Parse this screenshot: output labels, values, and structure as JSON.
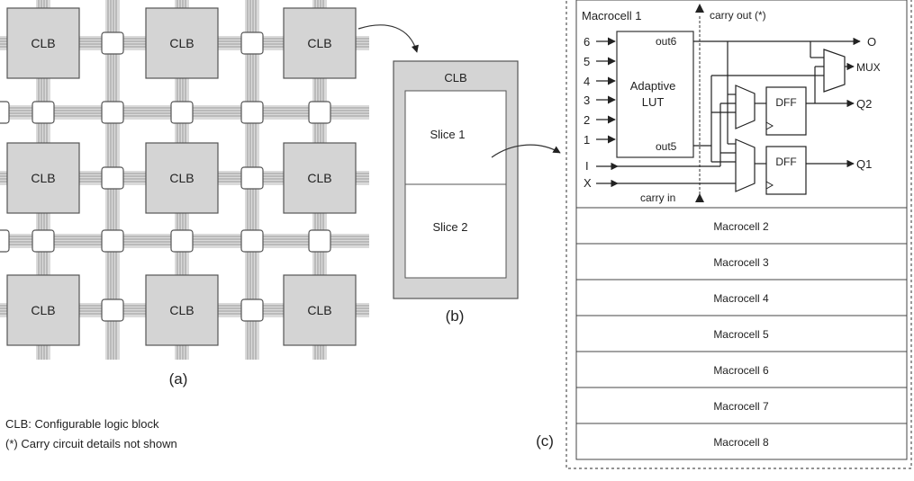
{
  "grid": {
    "block_label": "CLB",
    "caption": "(a)"
  },
  "clb_detail": {
    "title": "CLB",
    "slice1": "Slice 1",
    "slice2": "Slice 2",
    "caption": "(b)"
  },
  "legend": {
    "line1": "CLB: Configurable logic block",
    "line2": "(*) Carry circuit details not shown"
  },
  "macrocell_detail": {
    "caption": "(c)",
    "title": "Macrocell 1",
    "carry_out": "carry out (*)",
    "carry_in": "carry in",
    "lut_line1": "Adaptive",
    "lut_line2": "LUT",
    "lut_inputs": [
      "6",
      "5",
      "4",
      "3",
      "2",
      "1"
    ],
    "out6": "out6",
    "out5": "out5",
    "input_i": "I",
    "input_x": "X",
    "dff": "DFF",
    "out_o": "O",
    "out_mux": "MUX",
    "out_q2": "Q2",
    "out_q1": "Q1",
    "other_macrocells": [
      "Macrocell 2",
      "Macrocell 3",
      "Macrocell 4",
      "Macrocell 5",
      "Macrocell 6",
      "Macrocell 7",
      "Macrocell 8"
    ]
  }
}
